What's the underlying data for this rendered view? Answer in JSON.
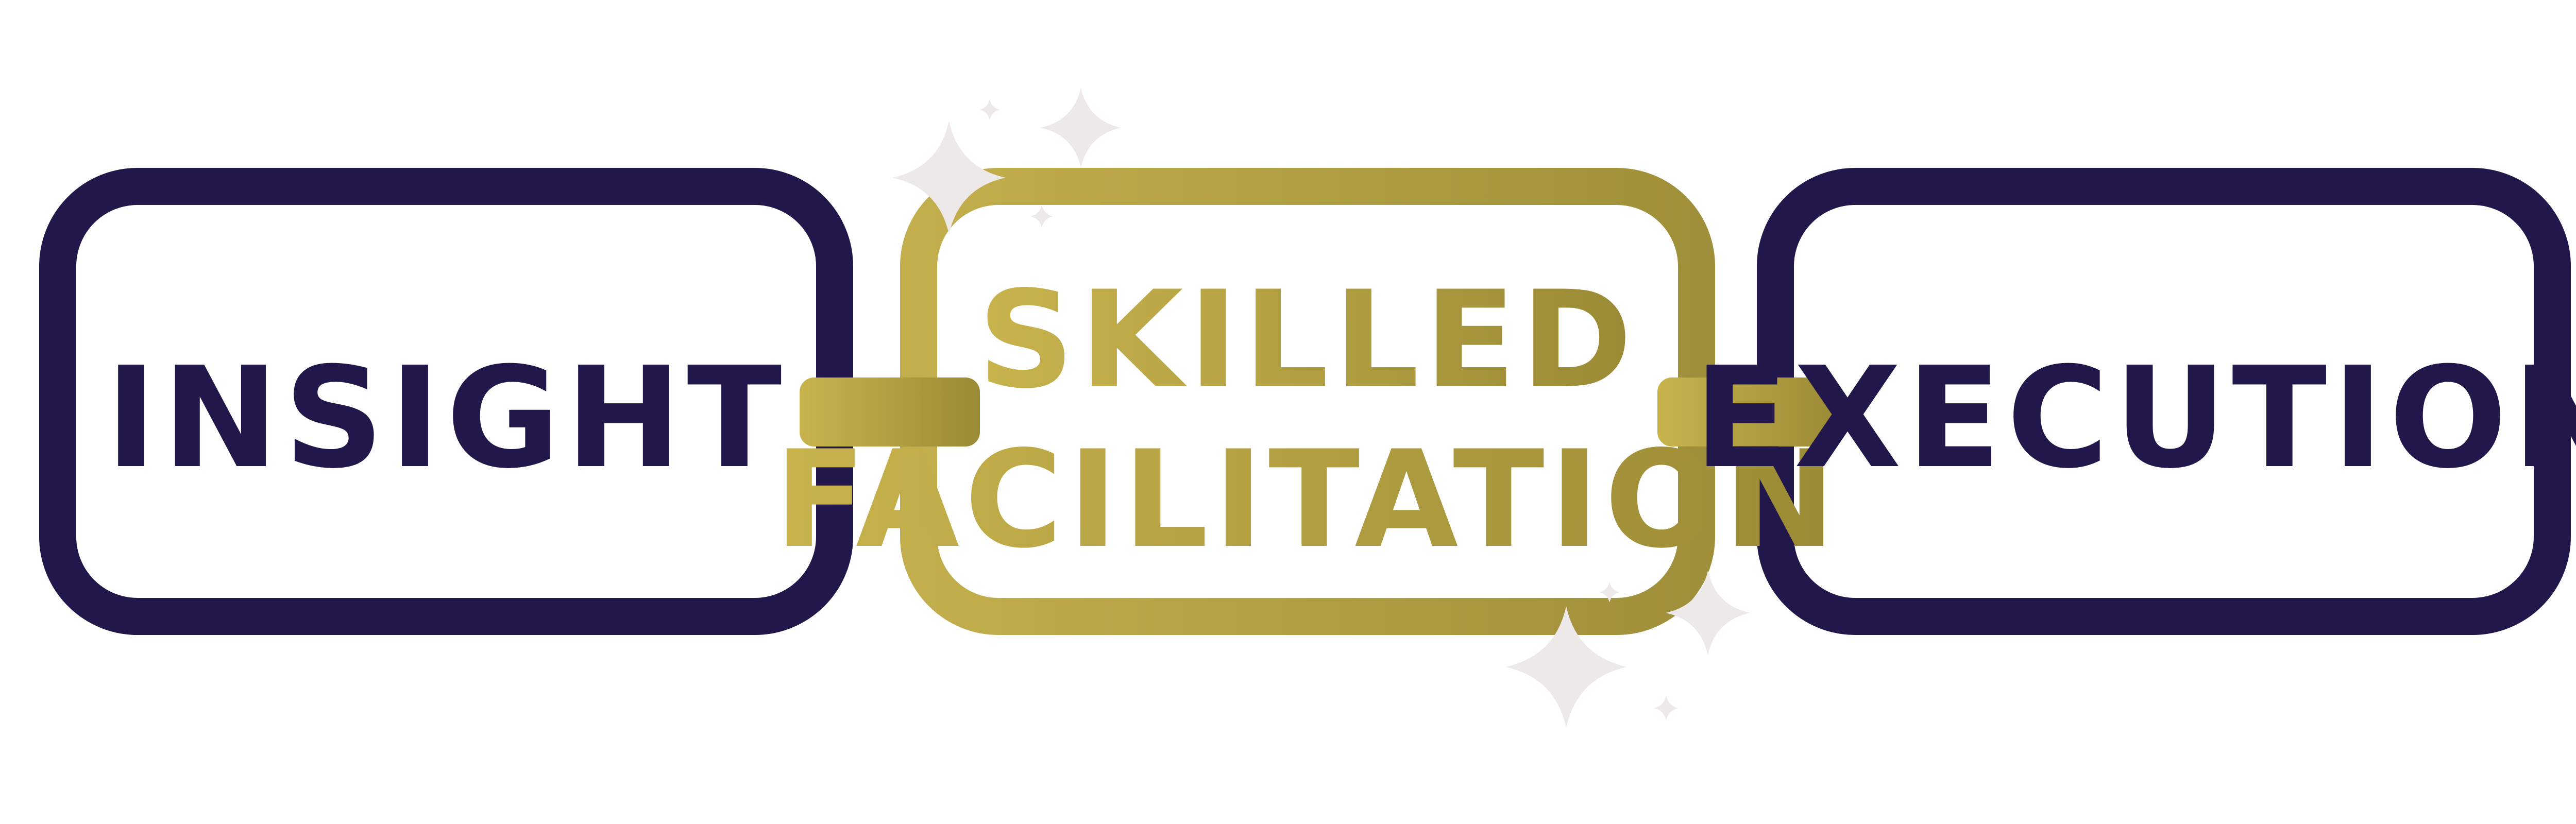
{
  "boxes": [
    {
      "id": "insight",
      "lines": [
        "INSIGHT"
      ]
    },
    {
      "id": "facilitation",
      "lines": [
        "SKILLED",
        "FACILITATION"
      ]
    },
    {
      "id": "execution",
      "lines": [
        "EXECUTION"
      ]
    }
  ],
  "colors": {
    "navy": "#22174a",
    "gold_light": "#c8b34d",
    "gold_dark": "#9a8a35",
    "sparkle": "#ece9e8",
    "background": "#ffffff"
  },
  "icons": [
    "sparkle-icon"
  ]
}
